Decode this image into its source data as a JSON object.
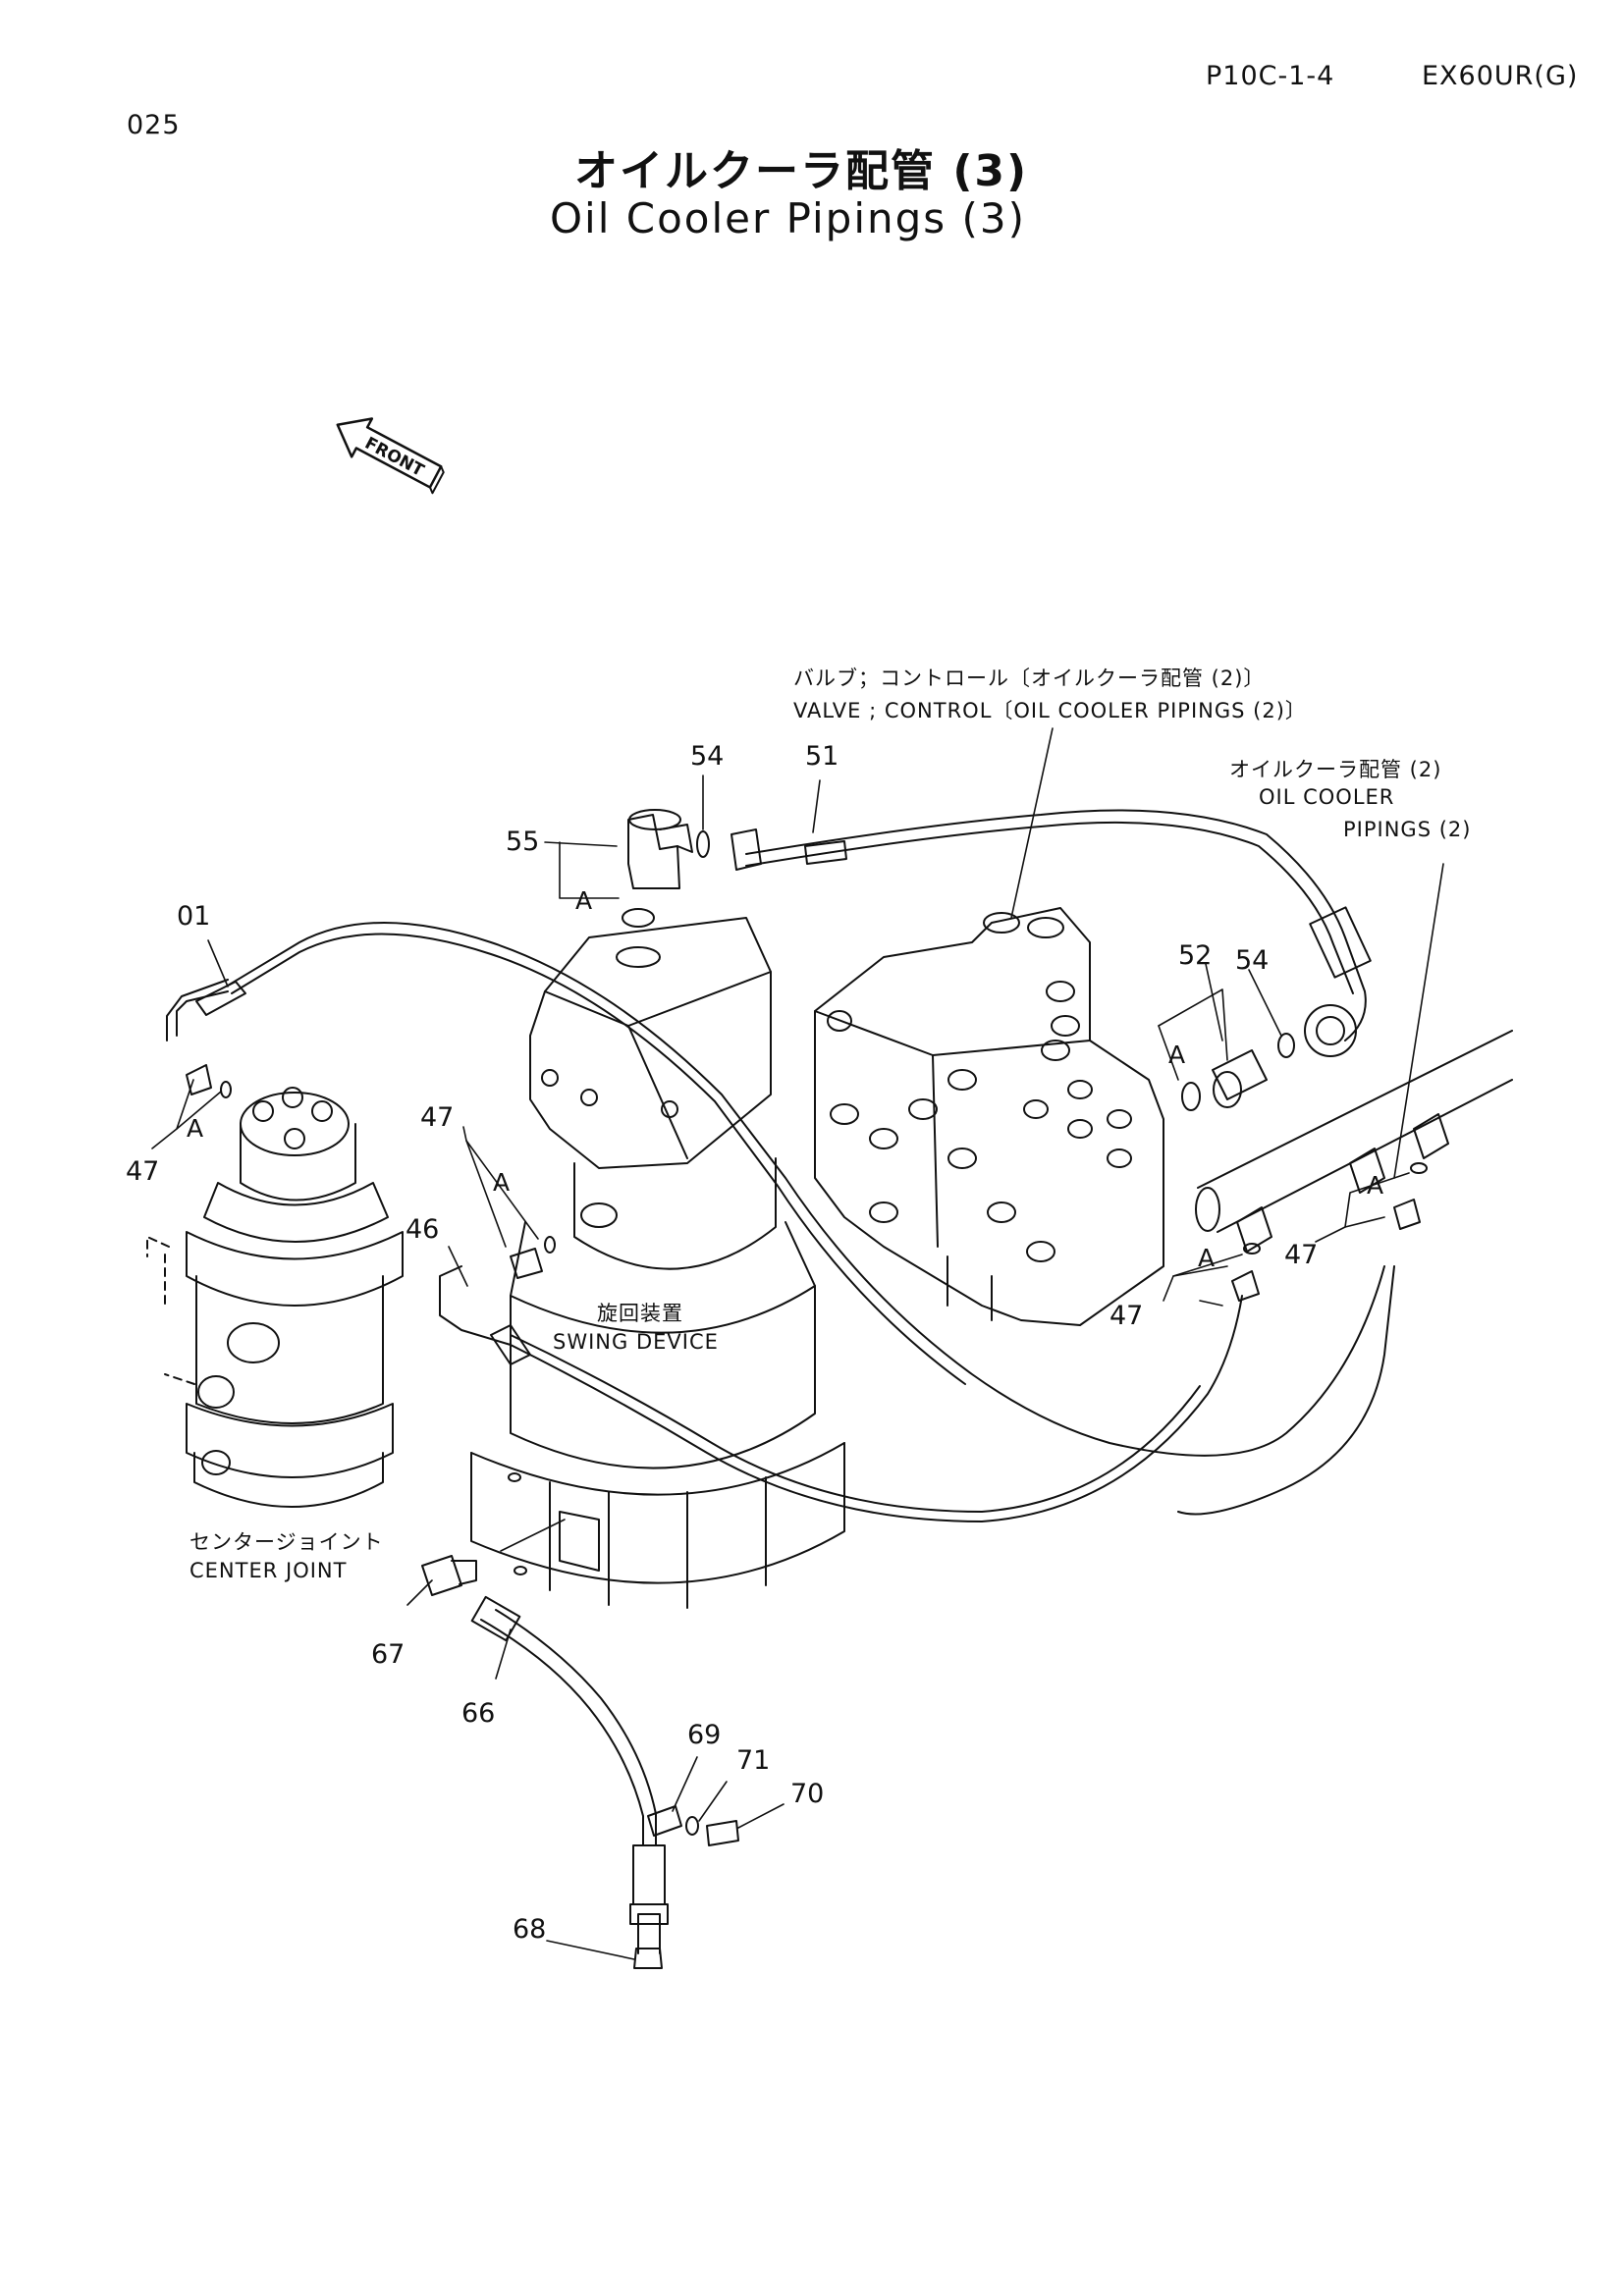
{
  "header": {
    "page_number": "025",
    "doc_code": "P10C-1-4",
    "model": "EX60UR(G)"
  },
  "title": {
    "japanese": "オイルクーラ配管 (3)",
    "english": "Oil Cooler Pipings (3)"
  },
  "front_arrow": "FRONT",
  "component_labels": {
    "valve_ja": "バルブ；コントロール〔オイルクーラ配管 (2)〕",
    "valve_en": "VALVE ; CONTROL〔OIL  COOLER  PIPINGS (2)〕",
    "pipings2_ja": "オイルクーラ配管 (2)",
    "pipings2_en_1": "OIL  COOLER",
    "pipings2_en_2": "PIPINGS (2)",
    "swing_ja": "旋回装置",
    "swing_en": "SWING  DEVICE",
    "center_ja": "センタージョイント",
    "center_en": "CENTER  JOINT"
  },
  "part_numbers": {
    "p01": "01",
    "p47a": "47",
    "p47b": "47",
    "p46": "46",
    "p55": "55",
    "p54a": "54",
    "p51": "51",
    "p52": "52",
    "p54b": "54",
    "p47c": "47",
    "p47d": "47",
    "p67": "67",
    "p66": "66",
    "p69": "69",
    "p71": "71",
    "p70": "70",
    "p68": "68"
  },
  "callout_marks": {
    "a1": "A",
    "a2": "A",
    "a3": "A",
    "a4": "A",
    "a5": "A",
    "a6": "A"
  },
  "colors": {
    "ink": "#111111",
    "paper": "#ffffff"
  }
}
